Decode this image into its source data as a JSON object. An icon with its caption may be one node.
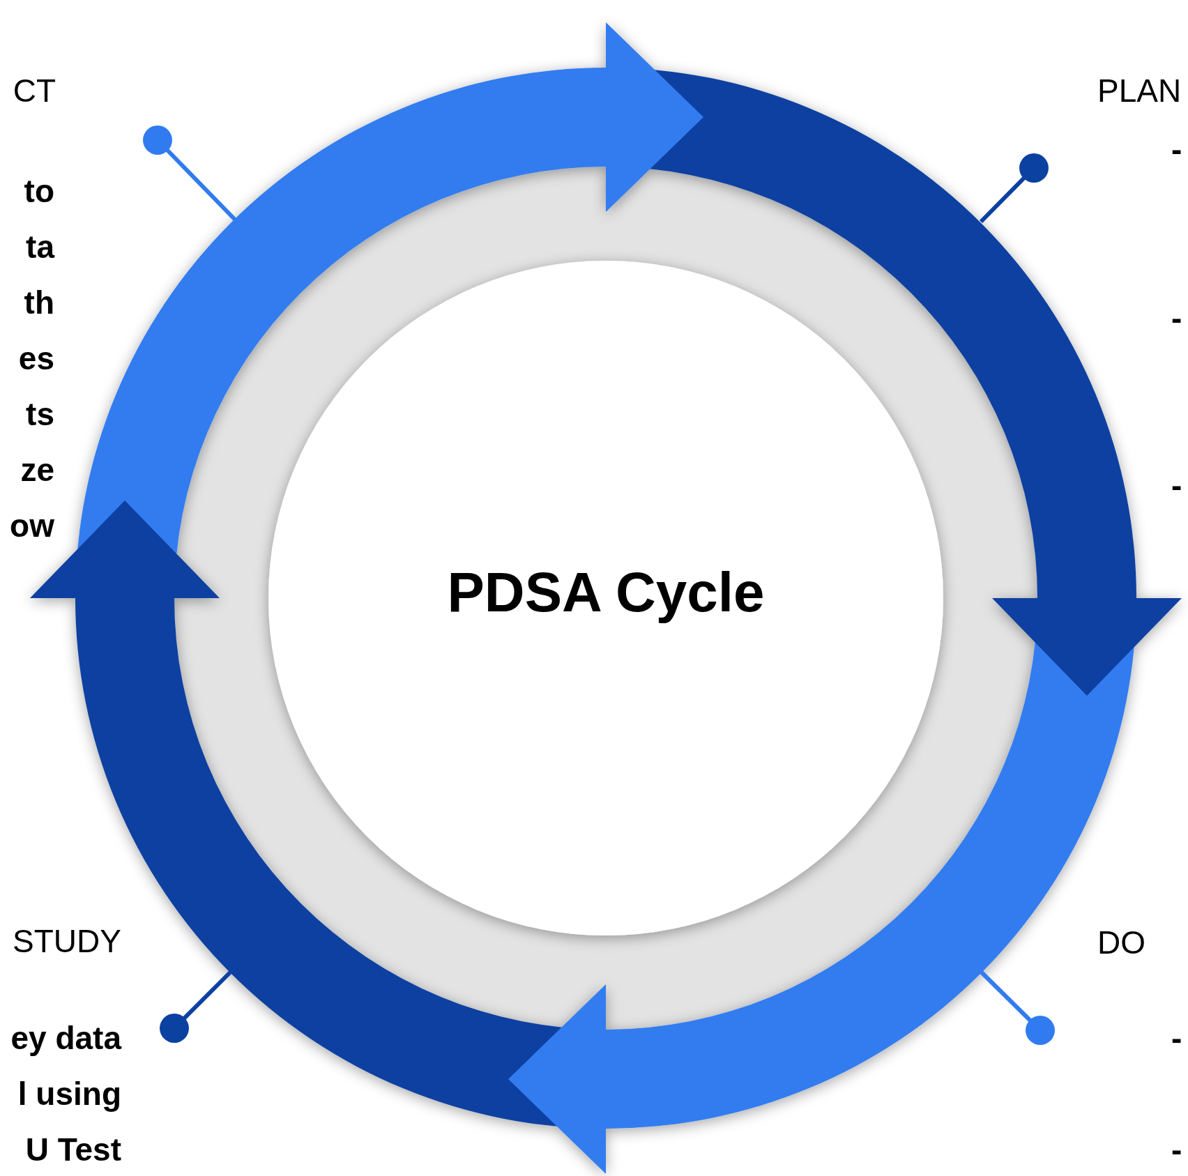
{
  "diagram": {
    "nodes": [
      {
        "text": [
          "CT",
          "to ta th es ts ze ow"
        ]
      },
      {
        "text": [
          "PLAN",
          "-",
          "-",
          "-"
        ]
      },
      {
        "text": [
          "PDSA Cycle"
        ]
      },
      {
        "text": [
          "STUDY",
          "ey data l using U Test"
        ]
      },
      {
        "text": [
          "DO",
          "-",
          "-"
        ]
      }
    ]
  }
}
